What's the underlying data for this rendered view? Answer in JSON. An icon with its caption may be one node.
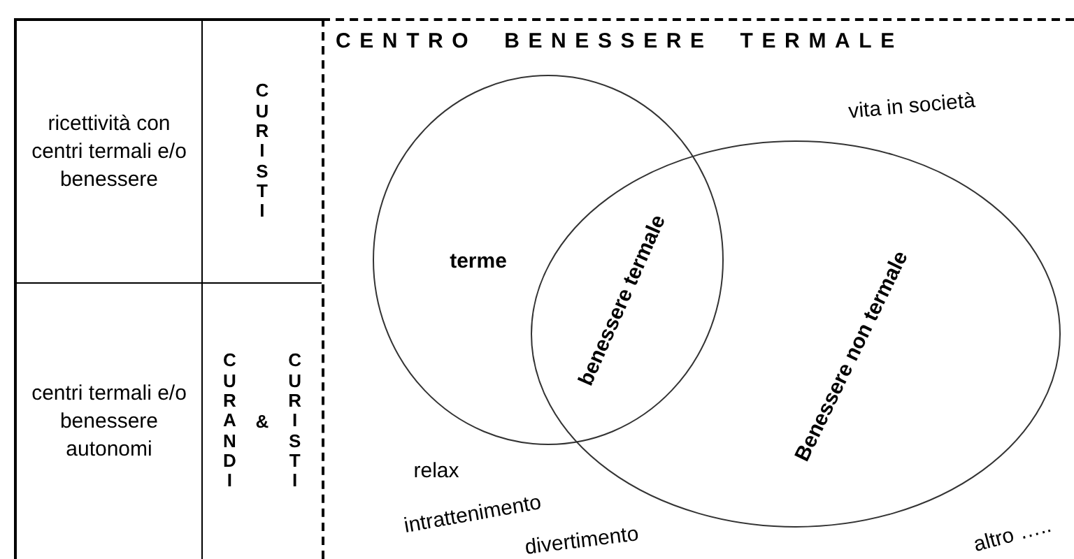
{
  "diagram": {
    "nodes": [
      {
        "text": [
          "CENTRO BENESSERE TERMALE"
        ]
      },
      {
        "text": [
          "terme"
        ],
        "in": 0
      },
      {
        "text": [
          "Benessere non termale"
        ],
        "in": 0
      },
      {
        "text": [
          "ricettività con centri termali e/o benessere"
        ]
      },
      {
        "text": [
          "CURISTI"
        ]
      },
      {
        "text": [
          "centri termali e/o benessere autonomi"
        ]
      },
      {
        "text": [
          "CURANDI",
          "&",
          "CURISTI"
        ]
      }
    ],
    "edges": [],
    "labels": [
      "benessere termale",
      "vita in società",
      "relax",
      "intrattenimento",
      "divertimento",
      "altro ….."
    ]
  }
}
